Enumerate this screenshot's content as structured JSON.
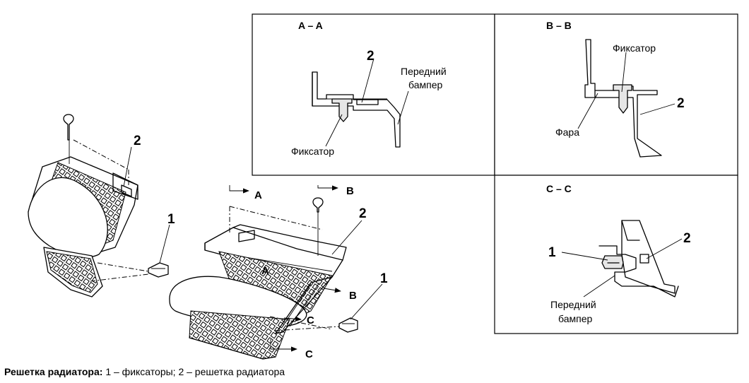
{
  "caption": {
    "title": "Решетка радиатора:",
    "text": " 1 – фиксаторы; 2 – решетка радиатора"
  },
  "main_view": {
    "left_part": {
      "callout_1": "1",
      "callout_2": "2"
    },
    "right_part": {
      "callout_1": "1",
      "callout_2": "2",
      "section_a": "A",
      "section_a_inner": "A",
      "section_b_top": "B",
      "section_b_bottom": "B",
      "section_c_top": "C",
      "section_c_bottom": "C"
    }
  },
  "detail_aa": {
    "title": "A – A",
    "callout_2": "2",
    "label_bumper": [
      "Передний",
      "бампер"
    ],
    "label_clip": "Фиксатор"
  },
  "detail_bb": {
    "title": "B – B",
    "callout_2": "2",
    "label_clip": "Фиксатор",
    "label_headlight": "Фара"
  },
  "detail_cc": {
    "title": "C – C",
    "callout_1": "1",
    "callout_2": "2",
    "label_bumper": [
      "Передний",
      "бампер"
    ]
  }
}
